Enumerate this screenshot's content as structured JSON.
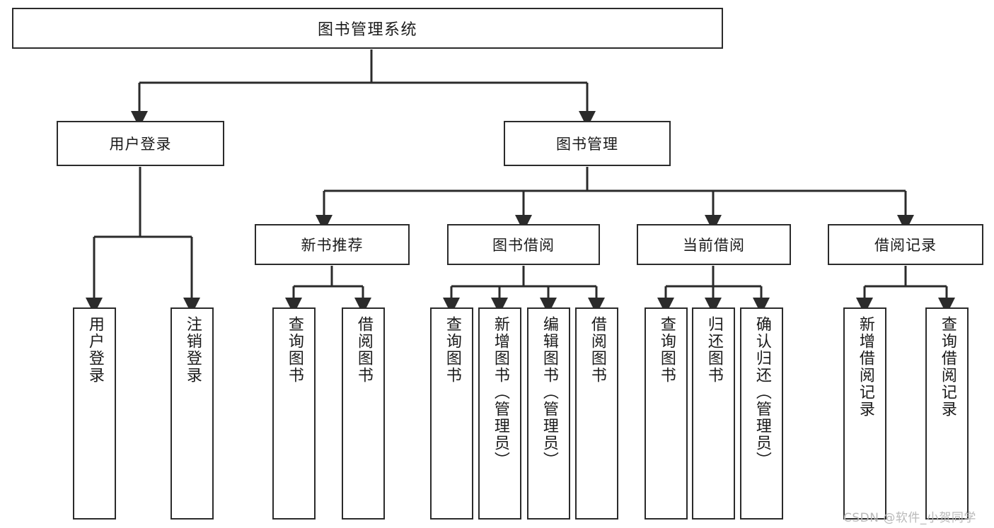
{
  "diagram": {
    "type": "tree-hierarchy",
    "title": "图书管理系统",
    "orientation": "top-down",
    "colors": {
      "box_border": "#2b2b2b",
      "box_fill": "#ffffff",
      "edge": "#2b2b2b",
      "text": "#1a1a1a",
      "watermark": "#b9b9b9"
    },
    "watermark": "CSDN @软件_小贺同学",
    "nodes": {
      "root": {
        "label": "图书管理系统"
      },
      "level1": [
        {
          "label": "用户登录"
        },
        {
          "label": "图书管理"
        }
      ],
      "level2": [
        {
          "label": "新书推荐"
        },
        {
          "label": "图书借阅"
        },
        {
          "label": "当前借阅"
        },
        {
          "label": "借阅记录"
        }
      ],
      "leaves": {
        "user_login": [
          {
            "label": "用户登录"
          },
          {
            "label": "注销登录"
          }
        ],
        "new_book_recommend": [
          {
            "label": "查询图书"
          },
          {
            "label": "借阅图书"
          }
        ],
        "book_borrow": [
          {
            "label": "查询图书"
          },
          {
            "label": "新增图书（管理员）"
          },
          {
            "label": "编辑图书（管理员）"
          },
          {
            "label": "借阅图书"
          }
        ],
        "current_borrow": [
          {
            "label": "查询图书"
          },
          {
            "label": "归还图书"
          },
          {
            "label": "确认归还（管理员）"
          }
        ],
        "borrow_record": [
          {
            "label": "新增借阅记录"
          },
          {
            "label": "查询借阅记录"
          }
        ]
      }
    }
  }
}
